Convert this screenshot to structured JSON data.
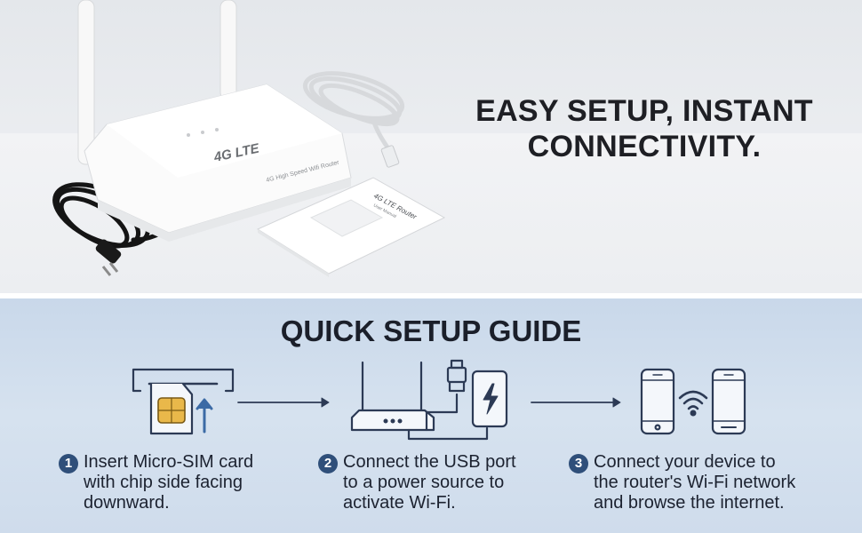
{
  "hero": {
    "headline_line1": "EASY SETUP, INSTANT",
    "headline_line2": "CONNECTIVITY.",
    "router_badge": "4G LTE",
    "router_label": "4G High Speed Wifi Router",
    "manual_title": "4G LTE Router",
    "manual_subtitle": "User Manual"
  },
  "guide": {
    "title": "QUICK SETUP GUIDE",
    "steps": [
      {
        "number": "1",
        "text_line1": "Insert Micro-SIM card",
        "text_line2": "with chip side facing",
        "text_line3": "downward."
      },
      {
        "number": "2",
        "text_line1": "Connect the USB port",
        "text_line2": "to a power source to",
        "text_line3": "activate Wi-Fi."
      },
      {
        "number": "3",
        "text_line1": "Connect your device to",
        "text_line2": "the router's Wi-Fi network",
        "text_line3": "and browse the internet."
      }
    ]
  },
  "colors": {
    "accent": "#2f4f7a",
    "icon_stroke": "#2c3a55",
    "guide_bg": "#d0ddec"
  },
  "icons": [
    "sim-card-icon",
    "arrow-right-icon",
    "router-icon",
    "usb-plug-icon",
    "power-bank-icon",
    "smartphone-icon",
    "wifi-icon"
  ]
}
